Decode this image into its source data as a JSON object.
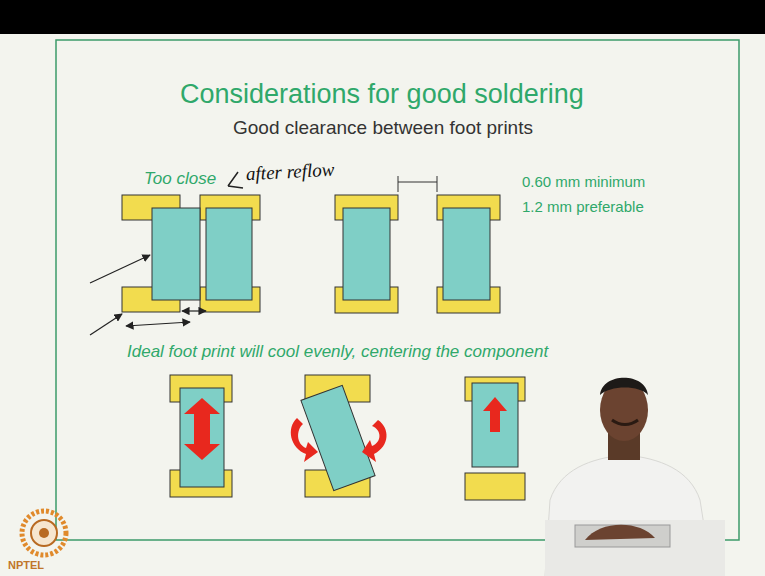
{
  "diagram": {
    "title": "Considerations for good soldering",
    "labels": [
      "Good clearance between foot prints",
      "Too close",
      "after reflow",
      "0.60 mm minimum",
      "1.2 mm preferable",
      "Ideal foot print will cool evenly, centering the component",
      "NPTEL"
    ]
  }
}
